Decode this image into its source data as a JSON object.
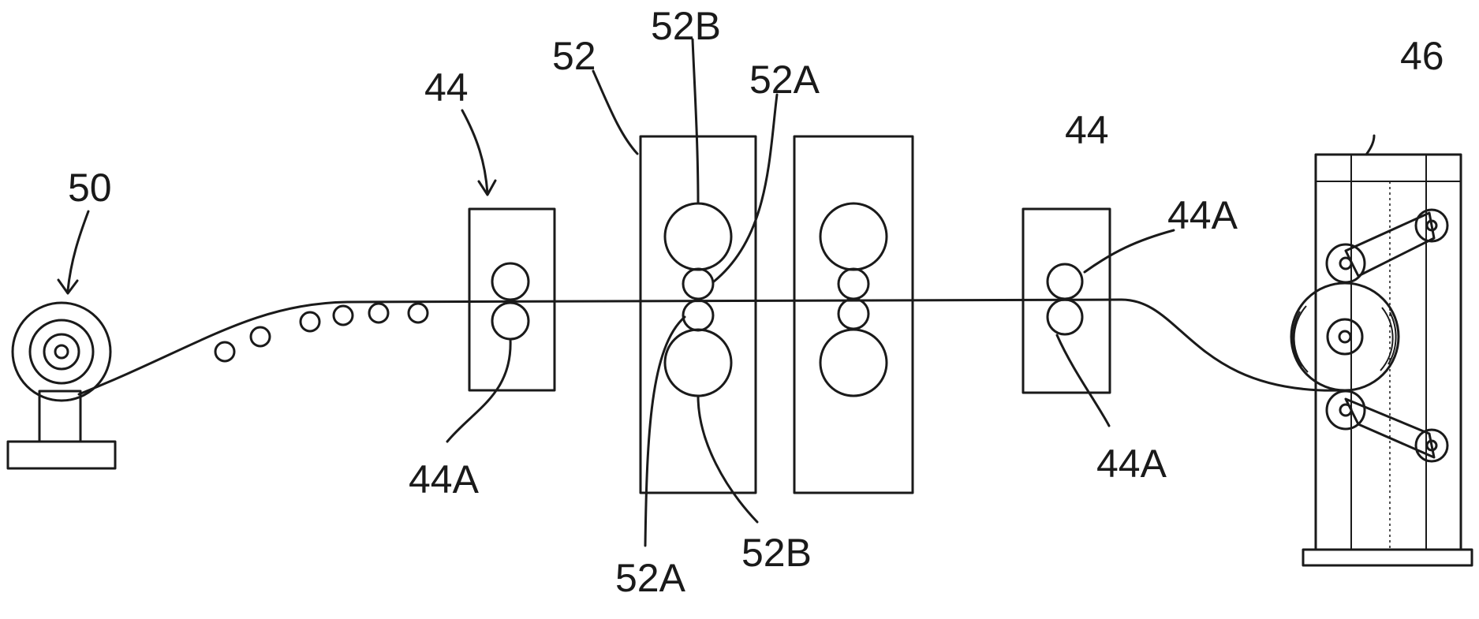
{
  "labels": {
    "supply_reel": "50",
    "guide_left": "44",
    "guide_left_rollers": "44A",
    "press_stand": "52",
    "press_top_backup": "52B",
    "press_top_work": "52A",
    "press_bottom_work": "52A",
    "press_bottom_backup": "52B",
    "guide_right": "44",
    "guide_right_upper_roller": "44A",
    "guide_right_lower_roller": "44A",
    "takeup_unit": "46"
  }
}
